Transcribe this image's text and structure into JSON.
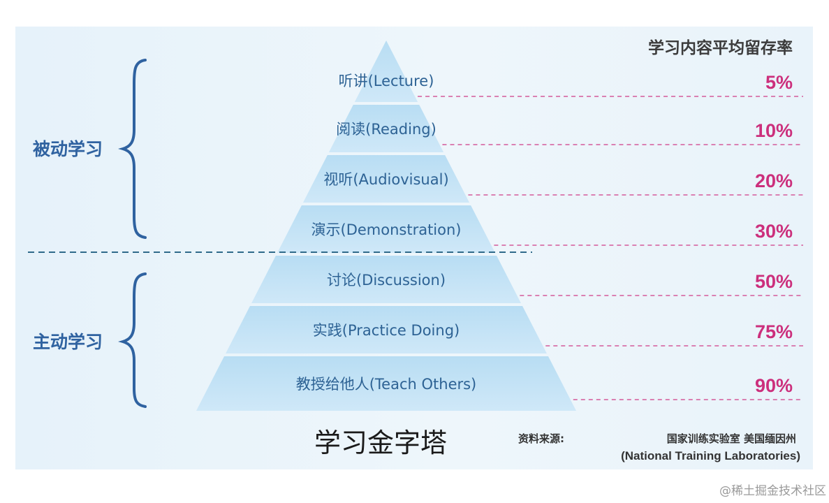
{
  "header": "学习内容平均留存率",
  "title": "学习金字塔",
  "groups": {
    "passive": "被动学习",
    "active": "主动学习"
  },
  "tiers": [
    {
      "label": "听讲(Lecture)",
      "retention": "5%",
      "group": "passive"
    },
    {
      "label": "阅读(Reading)",
      "retention": "10%",
      "group": "passive"
    },
    {
      "label": "视听(Audiovisual)",
      "retention": "20%",
      "group": "passive"
    },
    {
      "label": "演示(Demonstration)",
      "retention": "30%",
      "group": "passive"
    },
    {
      "label": "讨论(Discussion)",
      "retention": "50%",
      "group": "active"
    },
    {
      "label": "实践(Practice Doing)",
      "retention": "75%",
      "group": "active"
    },
    {
      "label": "教授给他人(Teach Others)",
      "retention": "90%",
      "group": "active"
    }
  ],
  "source": {
    "prefix": "资料来源:",
    "org": "国家训练实验室 美国缅因州",
    "org_en": "(National Training Laboratories)"
  },
  "watermark": "@稀土掘金技术社区",
  "colors": {
    "pyramid_fill": "#bfe0f5",
    "retention_text": "#cc2f7c",
    "group_text": "#2f62a0",
    "dashed_line": "#d45a9a"
  }
}
